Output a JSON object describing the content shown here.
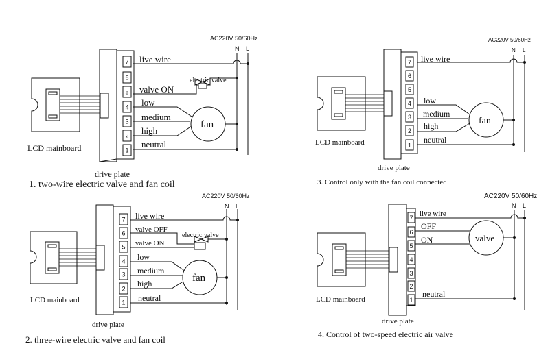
{
  "supply_label": "AC220V 50/60Hz",
  "phase_labels": {
    "n": "N",
    "l": "L"
  },
  "terminal_numbers": [
    "1",
    "2",
    "3",
    "4",
    "5",
    "6",
    "7"
  ],
  "common": {
    "lcd_mainboard": "LCD mainboard",
    "drive_plate": "drive plate",
    "live_wire": "live wire",
    "neutral": "neutral",
    "low": "low",
    "medium": "medium",
    "high": "high",
    "fan": "fan",
    "electric_valve": "electric valve",
    "valve_on": "valve ON",
    "valve_off": "valve OFF",
    "off": "OFF",
    "on": "ON",
    "valve": "valve"
  },
  "captions": {
    "d1": "1. two-wire electric valve and fan coil",
    "d2": "2. three-wire electric valve and fan coil",
    "d3": "3. Control only with the fan coil connected",
    "d4": "4. Control of two-speed electric air valve"
  }
}
